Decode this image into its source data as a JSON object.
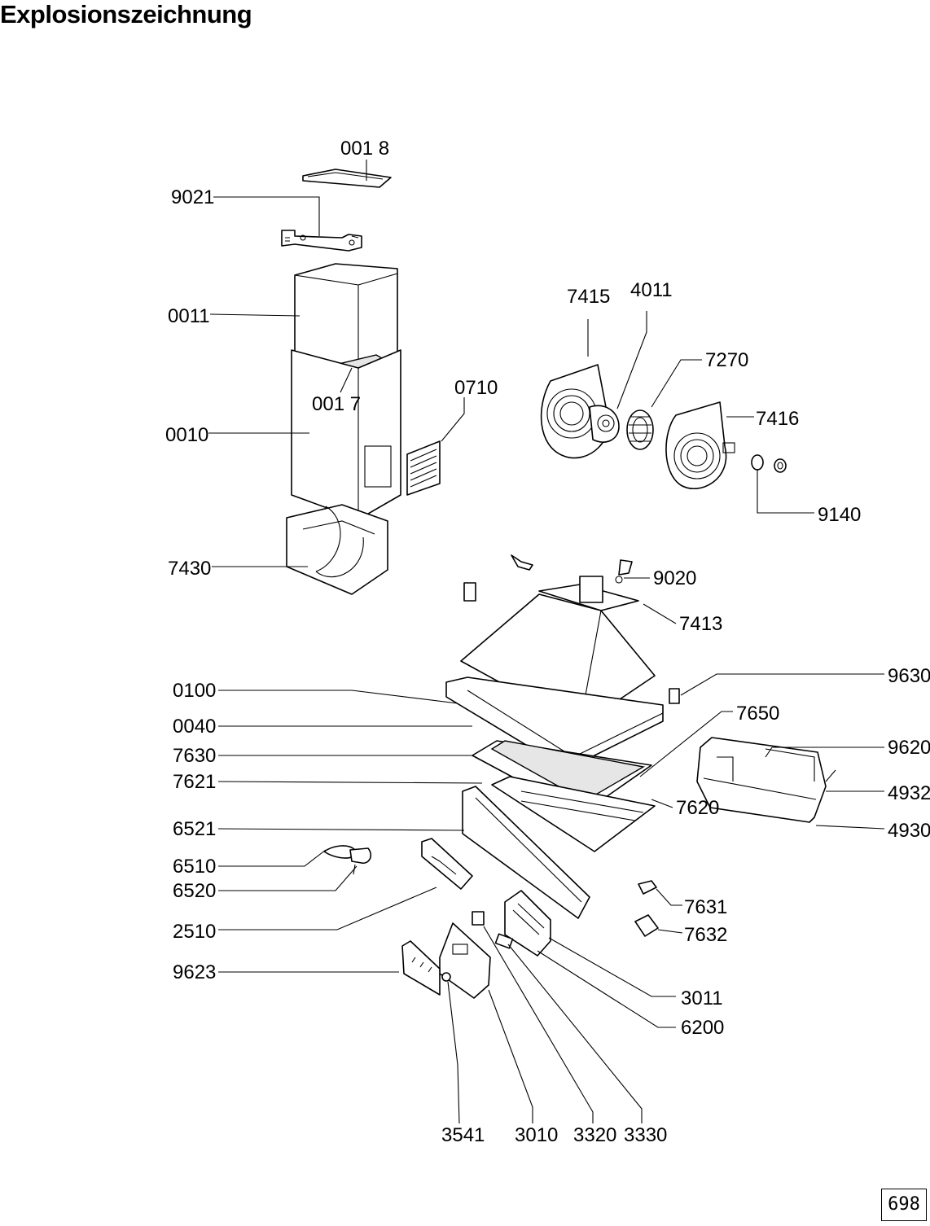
{
  "title": "Explosionszeichnung",
  "page_number": "698",
  "part_labels": {
    "p0018": "001 8",
    "p9021": "9021",
    "p0011": "0011",
    "p0017": "001 7",
    "p0010": "0010",
    "p0710": "0710",
    "p7430": "7430",
    "p7415": "7415",
    "p4011": "4011",
    "p7270": "7270",
    "p7416": "7416",
    "p9140": "9140",
    "p9020": "9020",
    "p7413": "7413",
    "p9630": "9630",
    "p0100": "0100",
    "p0040": "0040",
    "p7650": "7650",
    "p7630": "7630",
    "p9620": "9620",
    "p7621": "7621",
    "p4932": "4932",
    "p7620": "7620",
    "p6521": "6521",
    "p4930": "4930",
    "p6510": "6510",
    "p6520": "6520",
    "p7631": "7631",
    "p2510": "2510",
    "p7632": "7632",
    "p9623": "9623",
    "p3011": "3011",
    "p6200": "6200",
    "p3541": "3541",
    "p3010": "3010",
    "p3320": "3320",
    "p3330": "3330"
  }
}
